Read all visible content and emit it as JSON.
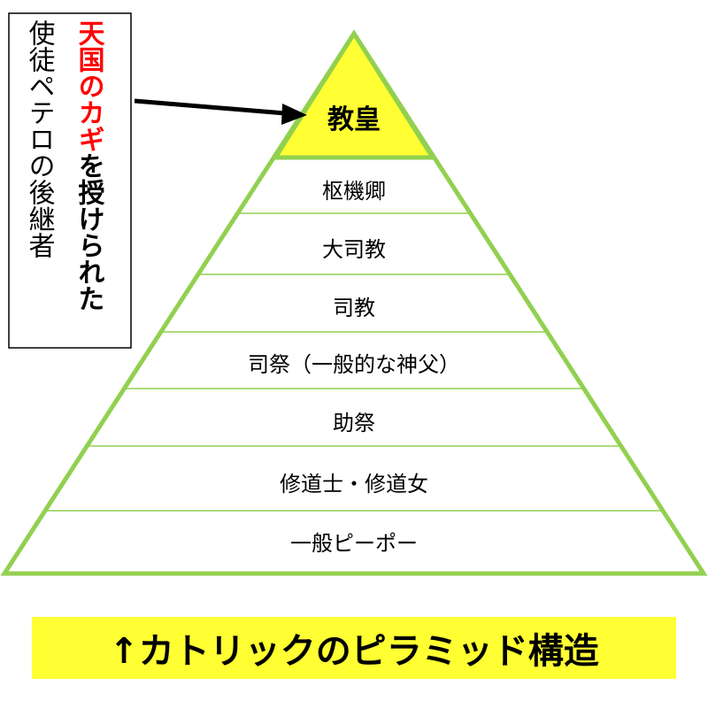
{
  "note": {
    "line1": "天国のカギを授けられた",
    "line1_highlight": "天国のカギ",
    "line1_rest": "を授けられた",
    "line2": "使徒ペテロの後継者"
  },
  "pyramid": {
    "apex": "教皇",
    "tiers": [
      "枢機卿",
      "大司教",
      "司教",
      "司祭（一般的な神父）",
      "助祭",
      "修道士・修道女",
      "一般ピーポー"
    ]
  },
  "caption": "↑カトリックのピラミッド構造",
  "colors": {
    "pyramid_stroke": "#92d050",
    "apex_fill": "#ffff33",
    "note_highlight": "#ff0000",
    "caption_bg": "#ffff33"
  }
}
